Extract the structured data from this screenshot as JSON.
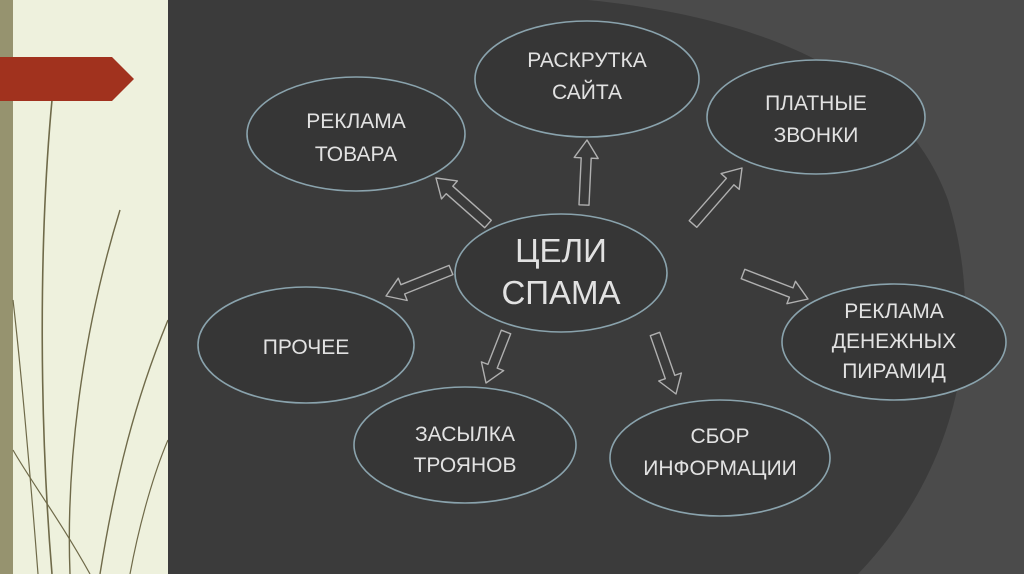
{
  "colors": {
    "sidebar_bg": "#eef1dd",
    "sidebar_edge": "#96936f",
    "accent_tab": "#a1321e",
    "stage_bg": "#3b3b3b",
    "stage_swoosh": "#4b4b4b",
    "node_fill": "#363636",
    "node_stroke": "#8aa3ad",
    "node_text": "#e2e2e2",
    "arrow_fill": "#3a3a3a",
    "arrow_stroke": "#b0b0b0",
    "deco_line": "#6f6a49"
  },
  "diagram": {
    "center": {
      "lines": [
        "ЦЕЛИ",
        "СПАМА"
      ]
    },
    "goals": [
      {
        "id": "site-promotion",
        "lines": [
          "РАСКРУТКА",
          "САЙТА"
        ]
      },
      {
        "id": "product-ads",
        "lines": [
          "РЕКЛАМА",
          "ТОВАРА"
        ]
      },
      {
        "id": "paid-calls",
        "lines": [
          "ПЛАТНЫЕ",
          "ЗВОНКИ"
        ]
      },
      {
        "id": "other",
        "lines": [
          "ПРОЧЕЕ"
        ]
      },
      {
        "id": "pyramid-ads",
        "lines": [
          "РЕКЛАМА",
          "ДЕНЕЖНЫХ",
          "ПИРАМИД"
        ]
      },
      {
        "id": "trojans",
        "lines": [
          "ЗАСЫЛКА",
          "ТРОЯНОВ"
        ]
      },
      {
        "id": "info-collection",
        "lines": [
          "СБОР",
          "ИНФОРМАЦИИ"
        ]
      }
    ]
  }
}
